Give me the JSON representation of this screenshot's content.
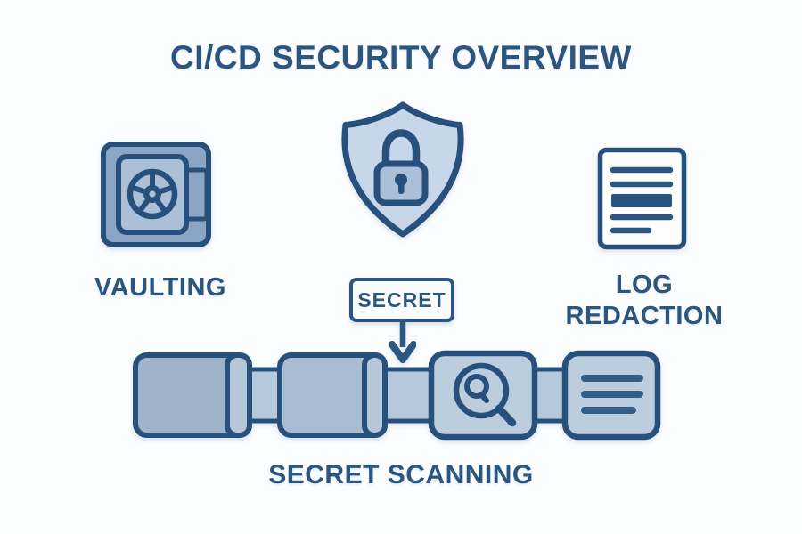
{
  "title": "CI/CD SECURITY OVERVIEW",
  "colors": {
    "background": "#fcfdfe",
    "text_ink": "#2b567f",
    "outline": "#27517c",
    "shield_fill": "#c7d6e9",
    "lock_fill": "#abc0d8",
    "vault_frame_fill": "#8aa6c4",
    "vault_door_fill": "#abc0d7",
    "document_fill": "#fdfdfe",
    "pipe_segment_dark_fill": "#9fb4cb",
    "pipe_segment_medium_fill": "#a9bdd2",
    "pipe_segment_light_fill": "#bccede",
    "pipe_cap_fill": "#b6c7da",
    "connector_fill": "#b6c8db",
    "secret_box_fill": "#f9fbfd"
  },
  "nodes": {
    "vaulting": {
      "label": "VAULTING",
      "icon": "safe-vault-icon"
    },
    "shield": {
      "icon": "shield-lock-icon"
    },
    "log_redaction": {
      "label_line1": "LOG",
      "label_line2": "REDACTION",
      "icon": "redacted-document-icon"
    },
    "secret_tag": {
      "label": "SECRET",
      "icon": "arrow-down-icon"
    },
    "pipeline": {
      "icon": "pipeline-segments",
      "segment_icons": [
        "magnifier-icon",
        "log-lines-icon"
      ]
    },
    "secret_scanning": {
      "label": "SECRET SCANNING"
    }
  }
}
